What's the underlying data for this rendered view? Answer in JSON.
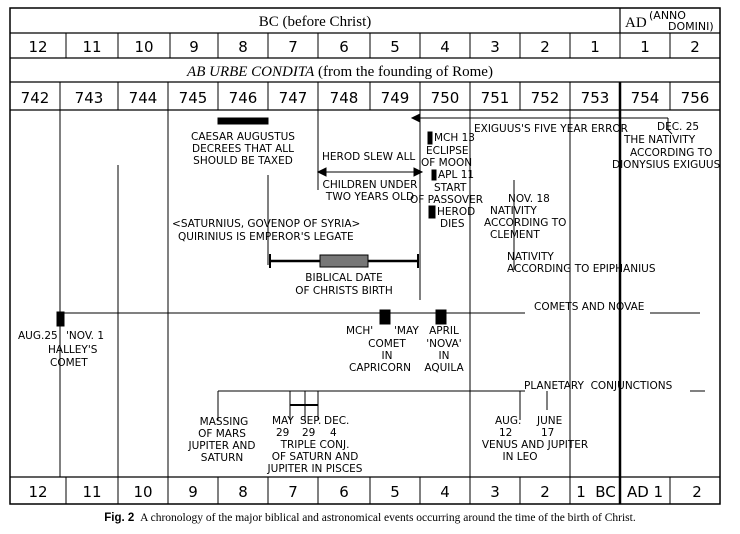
{
  "header": {
    "bc_title": "BC (before Christ)",
    "ad_title": "AD",
    "ad_anno_line1": "(ANNO",
    "ad_anno_line2": "DOMINI)",
    "auc_title_italic": "AB URBE CONDITA",
    "auc_title_rest": " (from the founding of Rome)"
  },
  "bc_years_top": [
    "12",
    "11",
    "10",
    "9",
    "8",
    "7",
    "6",
    "5",
    "4",
    "3",
    "2",
    "1"
  ],
  "ad_years_top": [
    "1",
    "2"
  ],
  "auc_years": [
    "742",
    "743",
    "744",
    "745",
    "746",
    "747",
    "748",
    "749",
    "750",
    "751",
    "752",
    "753",
    "754",
    "756"
  ],
  "bottom_years": [
    "12",
    "11",
    "10",
    "9",
    "8",
    "7",
    "6",
    "5",
    "4",
    "3",
    "2"
  ],
  "bottom_one_bc": "1  BC",
  "bottom_ad1": "AD 1",
  "bottom_two": "2",
  "events": {
    "augustus": [
      "CAESAR AUGUSTUS",
      "DECREES THAT ALL",
      "SHOULD BE TAXED"
    ],
    "herod_slew": "HEROD SLEW ALL",
    "children": [
      "CHILDREN UNDER",
      "TWO YEARS OLD"
    ],
    "saturnius": "SATURNIUS, GOVENOP OF SYRIA",
    "quirinius": "QUIRINIUS IS EMPEROR'S LEGATE",
    "biblical": [
      "BIBLICAL DATE",
      "OF CHRISTS BIRTH"
    ],
    "eclipse": [
      "MCH 13",
      "ECLIPSE",
      "OF MOON"
    ],
    "passover": [
      "APL 11",
      "START",
      "OF PASSOVER"
    ],
    "herod_dies": [
      "HEROD",
      "DIES"
    ],
    "exiguus_error": "EXIGUUS'S FIVE YEAR ERROR",
    "nativity_dion": [
      "DEC. 25",
      "THE NATIVITY",
      "ACCORDING TO",
      "DIONYSIUS EXIGUUS"
    ],
    "clement": [
      "NOV. 18",
      "NATIVITY",
      "ACCORDING TO",
      "CLEMENT"
    ],
    "epiphanius": [
      "NATIVITY",
      "ACCORDING TO EPIPHANIUS"
    ],
    "comets": "COMETS AND NOVAE",
    "halley_dates": [
      "AUG.25",
      "'NOV. 1"
    ],
    "halley": [
      "HALLEY'S",
      "COMET"
    ],
    "capricorn": [
      "MCH'",
      "'MAY",
      "COMET",
      "IN",
      "CAPRICORN"
    ],
    "aquila": [
      "APRIL",
      "'NOVA'",
      "IN",
      "AQUILA"
    ],
    "planetary": "PLANETARY  CONJUNCTIONS",
    "massing": [
      "MASSING",
      "OF MARS",
      "JUPITER AND",
      "SATURN"
    ],
    "triple": [
      "MAY",
      "SEP.",
      "DEC.",
      "29",
      "29",
      "4",
      "TRIPLE CONJ.",
      "OF SATURN AND",
      "JUPITER IN PISCES"
    ],
    "venus": [
      "AUG.",
      "JUNE",
      "12",
      "17",
      "VENUS AND JUPITER",
      "IN LEO"
    ]
  },
  "caption": {
    "label": "Fig. 2",
    "text": "A chronology of the major biblical and astronomical events occurring around the time of the birth of Christ."
  }
}
